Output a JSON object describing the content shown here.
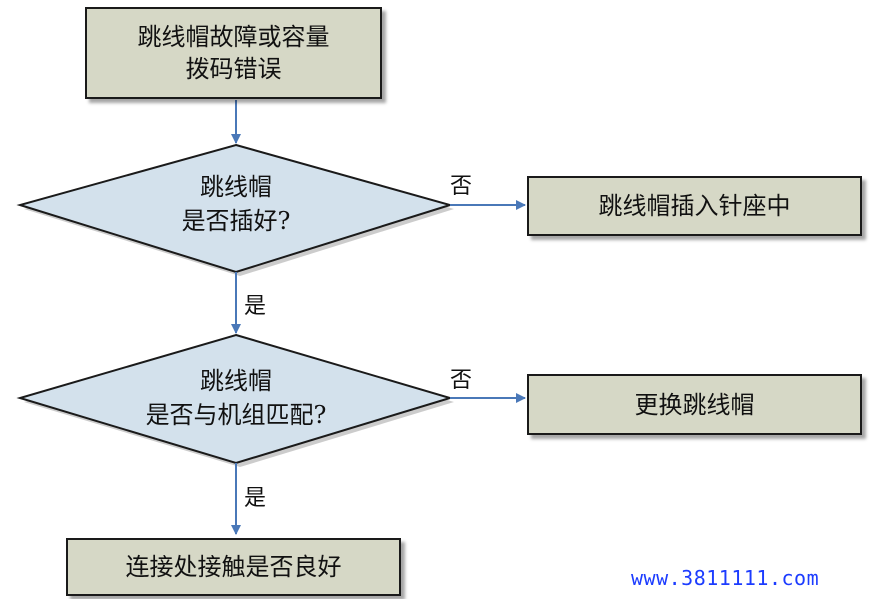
{
  "nodes": {
    "start": {
      "line1": "跳线帽故障或容量",
      "line2": "拨码错误"
    },
    "decision1": {
      "line1": "跳线帽",
      "line2": "是否插好?"
    },
    "action1": {
      "text": "跳线帽插入针座中"
    },
    "decision2": {
      "line1": "跳线帽",
      "line2": "是否与机组匹配?"
    },
    "action2": {
      "text": "更换跳线帽"
    },
    "end": {
      "text": "连接处接触是否良好"
    }
  },
  "edges": {
    "d1_no": "否",
    "d1_yes": "是",
    "d2_no": "否",
    "d2_yes": "是"
  },
  "watermark": "www.3811111.com",
  "colors": {
    "box_fill": "#d6d8c6",
    "diamond_fill": "#d3e1ec",
    "arrow": "#4a78b8",
    "watermark": "#1c3cff"
  }
}
